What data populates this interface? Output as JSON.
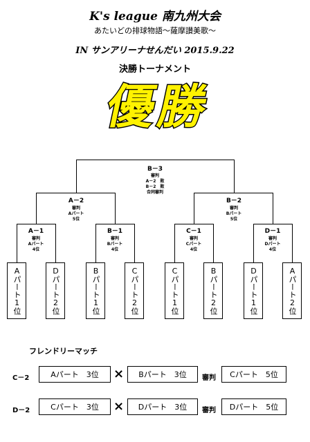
{
  "header": {
    "title": "K's  league   南九州大会",
    "subtitle": "あたいどの排球物語～薩摩讃美歌～",
    "venue_line": "IN   サンアリーナせんだい   2015.9.22",
    "heading": "決勝トーナメント"
  },
  "logo": {
    "text": "優勝",
    "color": "#FFF200"
  },
  "bracket": {
    "final": {
      "label": "B－3",
      "ref": [
        "審判",
        "A－2　敗",
        "B－2　敗",
        "合同審判"
      ]
    },
    "semis": [
      {
        "label": "A－2",
        "ref": [
          "審判",
          "Aパート",
          "5位"
        ]
      },
      {
        "label": "B－2",
        "ref": [
          "審判",
          "Bパート",
          "5位"
        ]
      }
    ],
    "quarters": [
      {
        "label": "A－1",
        "ref": [
          "審判",
          "Aパート",
          "4位"
        ]
      },
      {
        "label": "B－1",
        "ref": [
          "審判",
          "Bパート",
          "4位"
        ]
      },
      {
        "label": "C－1",
        "ref": [
          "審判",
          "Cパート",
          "4位"
        ]
      },
      {
        "label": "D－1",
        "ref": [
          "審判",
          "Dパート",
          "4位"
        ]
      }
    ],
    "teams": [
      "Aパート1位",
      "Dパート2位",
      "Bパート1位",
      "Cパート2位",
      "Cパート1位",
      "Bパート2位",
      "Dパート1位",
      "Aパート2位"
    ]
  },
  "friendly": {
    "title": "フレンドリーマッチ",
    "vs_symbol": "×",
    "ref_label": "審判",
    "matches": [
      {
        "id": "C－2",
        "team1": "Aパート　3位",
        "team2": "Bパート　3位",
        "referee": "Cパート　5位"
      },
      {
        "id": "D－2",
        "team1": "Cパート　3位",
        "team2": "Dパート　3位",
        "referee": "Dパート　5位"
      }
    ]
  }
}
